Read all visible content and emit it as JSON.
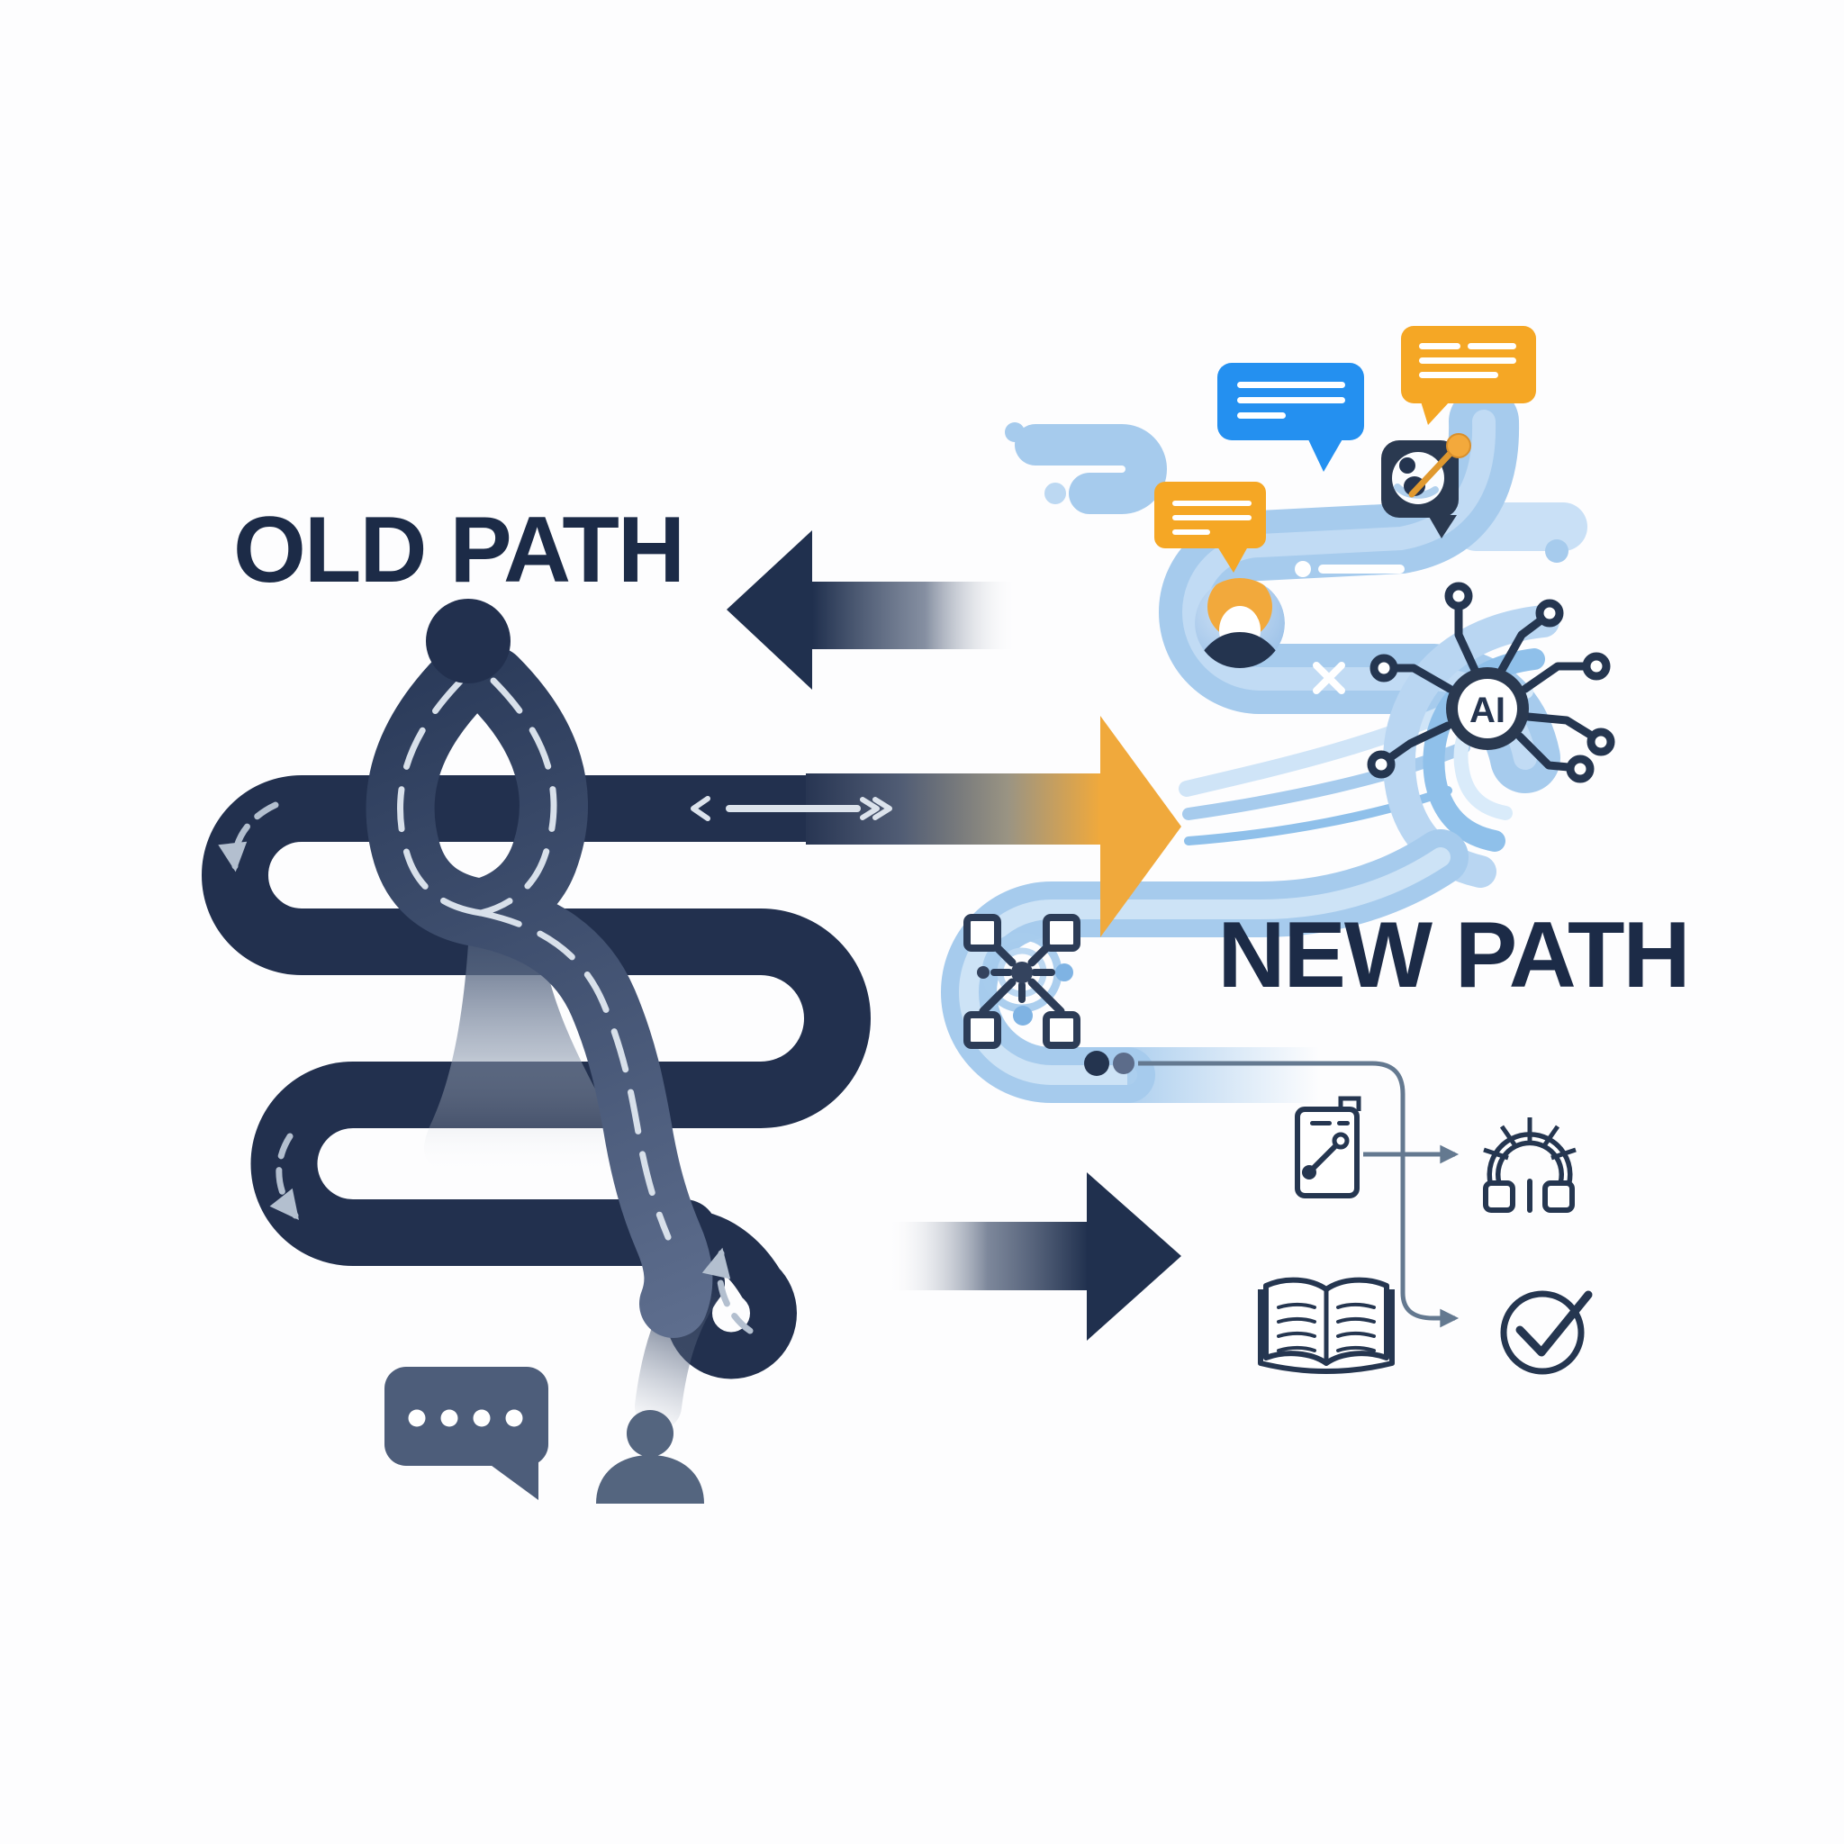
{
  "illustration": {
    "old_path": {
      "label": "OLD PATH"
    },
    "new_path": {
      "label": "NEW PATH"
    },
    "ai_chip": {
      "label": "AI"
    },
    "colors": {
      "navy": "#22304e",
      "text_navy": "#1c2b47",
      "slate": "#4d5d7a",
      "weave_slate": "#5e6e8e",
      "orange": "#f5a725",
      "arrow_orange": "#f0a93c",
      "bubble_blue": "#2490f0",
      "light_blue": "#a6cbed",
      "pale_blue": "#cfe4f7",
      "mid_blue": "#8fc0ea",
      "dash_gray": "#b3bfcf",
      "connector_gray": "#647990",
      "icon_outline": "#253650"
    },
    "icons": [
      "start-circle",
      "winding-road",
      "road-direction-arrows",
      "left-arrow",
      "right-arrow",
      "orange-arrow",
      "chat-bubble-blue",
      "chat-bubble-orange-right",
      "chat-bubble-orange-left",
      "app-icon",
      "user-avatar",
      "ai-chip-icon",
      "network-node-icon",
      "document-icon",
      "knot-icon",
      "open-book-icon",
      "check-circle-icon",
      "typing-bubble-icon",
      "person-icon"
    ]
  }
}
